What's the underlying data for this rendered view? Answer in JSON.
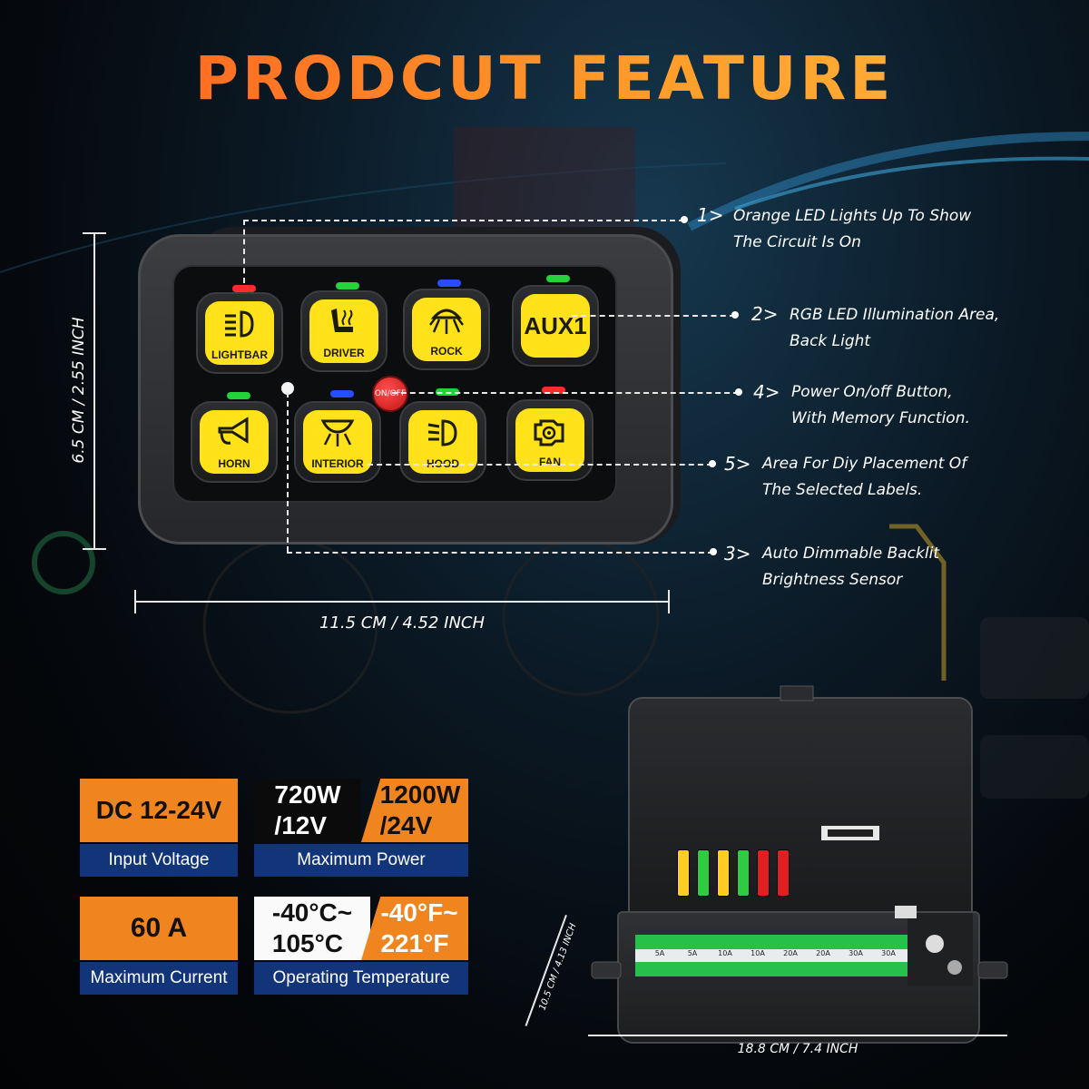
{
  "title": "PRODCUT FEATURE",
  "panel": {
    "buttons": [
      {
        "label": "LIGHTBAR",
        "icon": "lightbar-icon",
        "led": "#ff2a2a"
      },
      {
        "label": "DRIVER",
        "icon": "seat-heater-icon",
        "led": "#22d43a"
      },
      {
        "label": "ROCK",
        "icon": "rock-light-icon",
        "led": "#2a4cff"
      },
      {
        "label": "AUX1",
        "icon": "",
        "led": "#22d43a"
      },
      {
        "label": "HORN",
        "icon": "horn-icon",
        "led": "#22d43a"
      },
      {
        "label": "INTERIOR",
        "icon": "interior-light-icon",
        "led": "#2a4cff"
      },
      {
        "label": "HOOD",
        "icon": "hood-light-icon",
        "led": "#22d43a"
      },
      {
        "label": "FAN",
        "icon": "engine-fan-icon",
        "led": "#ff2a2a"
      }
    ],
    "power_label": "ON/OFF",
    "height_dim": "6.5 CM / 2.55 INCH",
    "width_dim": "11.5 CM / 4.52 INCH"
  },
  "callouts": [
    {
      "num": "1>",
      "line1": "Orange LED Lights Up To Show",
      "line2": "The Circuit Is On"
    },
    {
      "num": "2>",
      "line1": "RGB LED Illumination Area,",
      "line2": "Back Light"
    },
    {
      "num": "4>",
      "line1": "Power On/off Button,",
      "line2": "With Memory Function."
    },
    {
      "num": "5>",
      "line1": "Area For Diy Placement Of",
      "line2": "The Selected Labels."
    },
    {
      "num": "3>",
      "line1": "Auto Dimmable Backlit",
      "line2": "Brightness  Sensor"
    }
  ],
  "specs": {
    "input_voltage": {
      "value": "DC 12-24V",
      "caption": "Input Voltage"
    },
    "max_power": {
      "value_12v_a": "720W",
      "value_12v_b": "/12V",
      "value_24v_a": "1200W",
      "value_24v_b": "/24V",
      "caption": "Maximum Power"
    },
    "max_current": {
      "value": "60 A",
      "caption": "Maximum Current"
    },
    "op_temp": {
      "value_c_a": "-40°C~",
      "value_c_b": "105°C",
      "value_f_a": "-40°F~",
      "value_f_b": "221°F",
      "caption": "Operating Temperature"
    }
  },
  "fusebox": {
    "width_dim": "18.8 CM / 7.4 INCH",
    "height_dim": "10.5 CM / 4.13 INCH",
    "fuse_labels": [
      "5A",
      "5A",
      "10A",
      "10A",
      "20A",
      "20A",
      "30A",
      "30A"
    ],
    "fuse_colors": [
      "#ffcc22",
      "#2ecc40",
      "#ffcc22",
      "#2ecc40",
      "#e02020",
      "#e02020"
    ]
  },
  "colors": {
    "accent_orange": "#f0851f",
    "caption_blue": "#12357a",
    "button_yellow": "#ffe21a"
  }
}
